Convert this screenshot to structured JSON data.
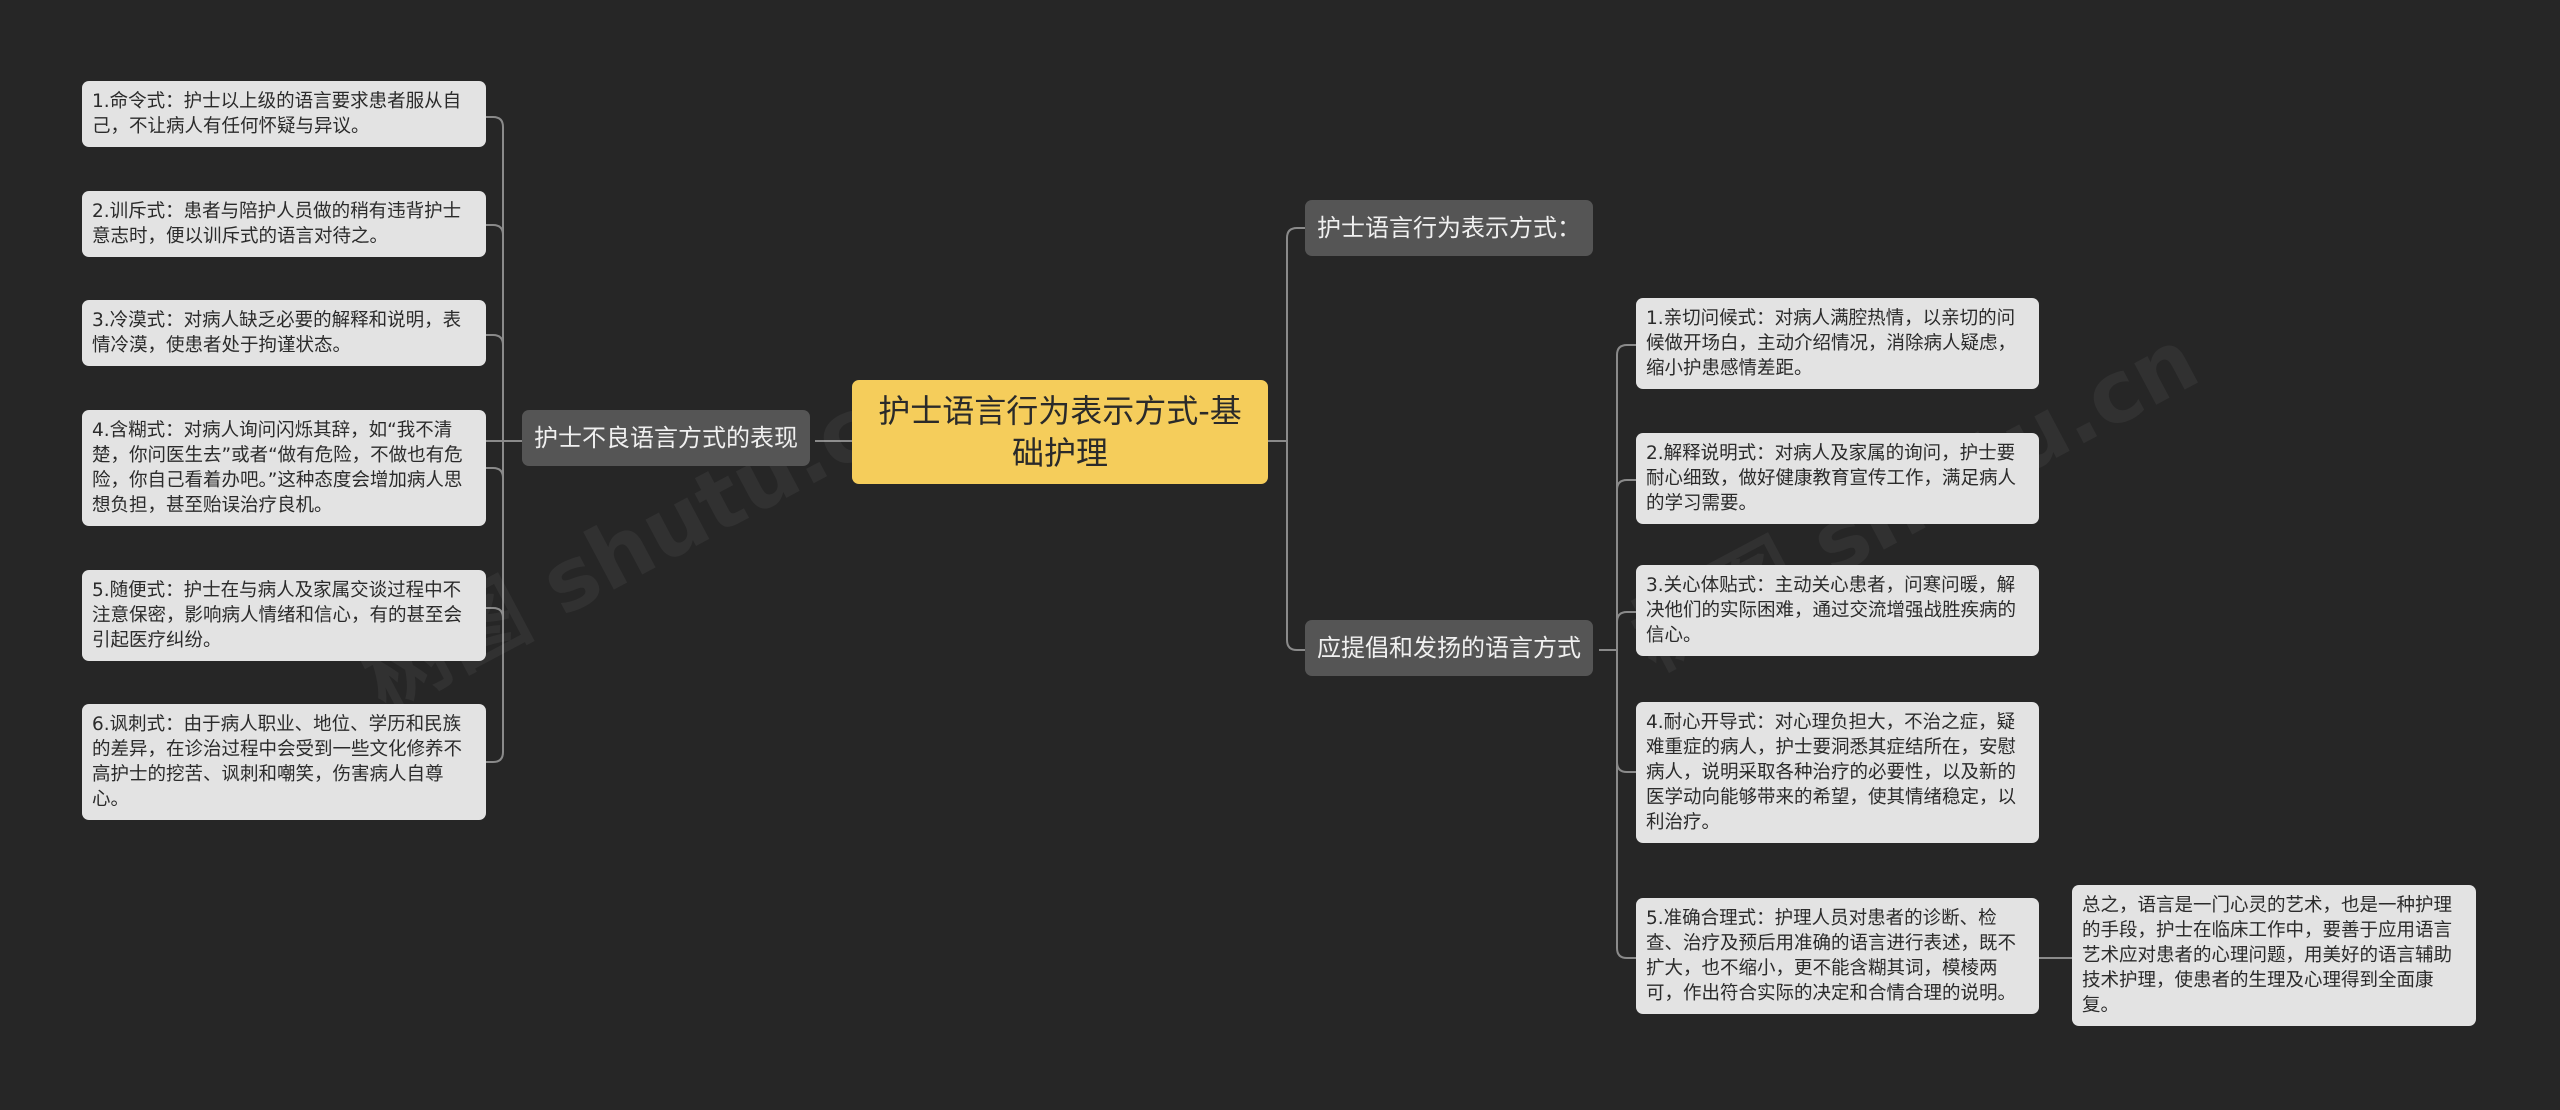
{
  "root": {
    "title": "护士语言行为表示方式-基础护理"
  },
  "left_branch": {
    "label": "护士不良语言方式的表现",
    "items": [
      "1.命令式：护士以上级的语言要求患者服从自己，不让病人有任何怀疑与异议。",
      "2.训斥式：患者与陪护人员做的稍有违背护士意志时，便以训斥式的语言对待之。",
      "3.冷漠式：对病人缺乏必要的解释和说明，表情冷漠，使患者处于拘谨状态。",
      "4.含糊式：对病人询问闪烁其辞，如“我不清楚，你问医生去”或者“做有危险，不做也有危险，你自己看着办吧。”这种态度会增加病人思想负担，甚至贻误治疗良机。",
      "5.随便式：护士在与病人及家属交谈过程中不注意保密，影响病人情绪和信心，有的甚至会引起医疗纠纷。",
      "6.讽刺式：由于病人职业、地位、学历和民族的差异，在诊治过程中会受到一些文化修养不高护士的挖苦、讽刺和嘲笑，伤害病人自尊心。"
    ]
  },
  "right_branches": {
    "top_label": "护士语言行为表示方式：",
    "bottom_label": "应提倡和发扬的语言方式",
    "items": [
      "1.亲切问候式：对病人满腔热情，以亲切的问候做开场白，主动介绍情况，消除病人疑虑，缩小护患感情差距。",
      "2.解释说明式：对病人及家属的询问，护士要耐心细致，做好健康教育宣传工作，满足病人的学习需要。",
      "3.关心体贴式：主动关心患者，问寒问暖，解决他们的实际困难，通过交流增强战胜疾病的信心。",
      "4.耐心开导式：对心理负担大，不治之症，疑难重症的病人，护士要洞悉其症结所在，安慰病人，说明采取各种治疗的必要性，以及新的医学动向能够带来的希望，使其情绪稳定，以利治疗。",
      "5.准确合理式：护理人员对患者的诊断、检查、治疗及预后用准确的语言进行表述，既不扩大，也不缩小，更不能含糊其词，模棱两可，作出符合实际的决定和合情合理的说明。"
    ],
    "summary": "总之，语言是一门心灵的艺术，也是一种护理的手段，护士在临床工作中，要善于应用语言艺术应对患者的心理问题，用美好的语言辅助技术护理，使患者的生理及心理得到全面康复。"
  },
  "colors": {
    "background": "#262626",
    "root": "#f5cd5b",
    "branch": "#555555",
    "leaf": "#e3e3e3",
    "line": "#8a8a8a"
  }
}
